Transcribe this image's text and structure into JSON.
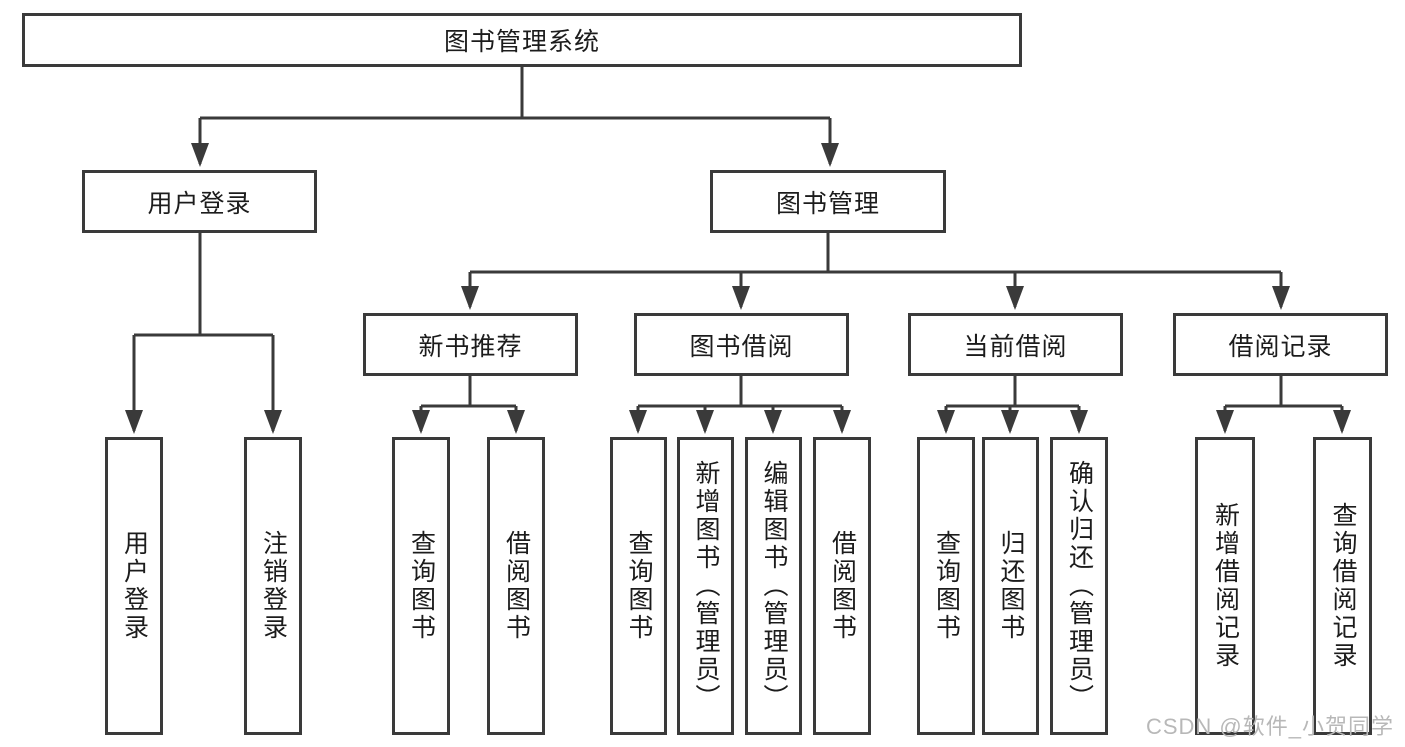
{
  "tree": {
    "root": {
      "label": "图书管理系统"
    },
    "branches": [
      {
        "label": "用户登录",
        "children": [
          {
            "label": "用户登录"
          },
          {
            "label": "注销登录"
          }
        ]
      },
      {
        "label": "图书管理",
        "children": [
          {
            "label": "新书推荐",
            "children": [
              {
                "label": "查询图书"
              },
              {
                "label": "借阅图书"
              }
            ]
          },
          {
            "label": "图书借阅",
            "children": [
              {
                "label": "查询图书"
              },
              {
                "label": "新增图书（管理员）"
              },
              {
                "label": "编辑图书（管理员）"
              },
              {
                "label": "借阅图书"
              }
            ]
          },
          {
            "label": "当前借阅",
            "children": [
              {
                "label": "查询图书"
              },
              {
                "label": "归还图书"
              },
              {
                "label": "确认归还（管理员）"
              }
            ]
          },
          {
            "label": "借阅记录",
            "children": [
              {
                "label": "新增借阅记录"
              },
              {
                "label": "查询借阅记录"
              }
            ]
          }
        ]
      }
    ]
  },
  "watermark": {
    "text": "CSDN @软件_小贺同学"
  },
  "colors": {
    "line": "#3a3a3a",
    "text": "#1c1c1c",
    "watermark": "#b8b8b8",
    "background": "#ffffff"
  }
}
